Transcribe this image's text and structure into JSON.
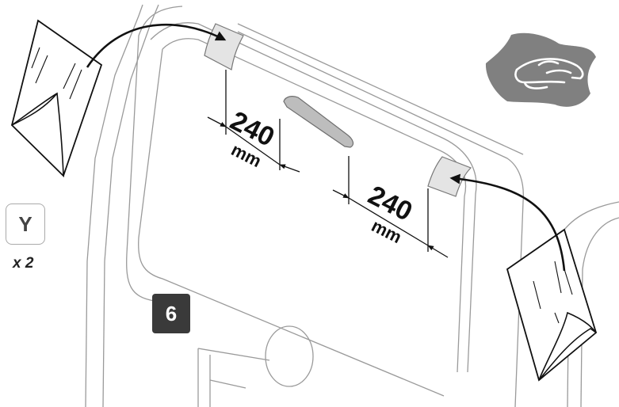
{
  "part_label": "Y",
  "quantity": "x 2",
  "step_number": "6",
  "dimensions": [
    {
      "value": "240",
      "unit": "mm"
    },
    {
      "value": "240",
      "unit": "mm"
    }
  ],
  "icons": {
    "cleaning": "hand-wiping-icon",
    "sticker": "adhesive-pad-icon",
    "arrow": "curved-arrow-icon"
  },
  "colors": {
    "outline": "#9a9a9a",
    "ink": "#111111",
    "badge_fill": "#3a3a3a",
    "hand_icon": "#808080",
    "tape": "#e4e4e4"
  }
}
